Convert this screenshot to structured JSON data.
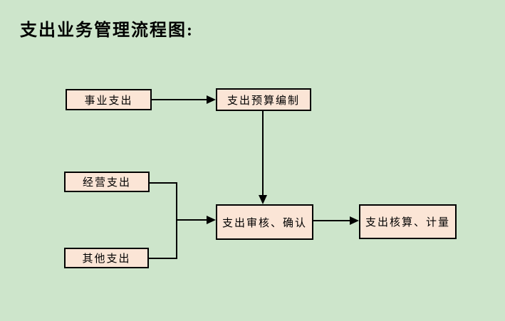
{
  "title": "支出业务管理流程图:",
  "colors": {
    "background": "#cde5cb",
    "node_fill": "#fbe5d6",
    "node_border": "#000000",
    "arrow": "#000000",
    "text": "#000000"
  },
  "nodes": [
    {
      "id": "career-expenditure",
      "label": "事业支出"
    },
    {
      "id": "budget-preparation",
      "label": "支出预算编制"
    },
    {
      "id": "operating-expenditure",
      "label": "经营支出"
    },
    {
      "id": "other-expenditure",
      "label": "其他支出"
    },
    {
      "id": "review-confirmation",
      "label": "支出审核、确认"
    },
    {
      "id": "accounting-measurement",
      "label": "支出核算、计量"
    }
  ],
  "edges": [
    {
      "from": "事业支出",
      "to": "支出预算编制"
    },
    {
      "from": "支出预算编制",
      "to": "支出审核、确认"
    },
    {
      "from": "经营支出",
      "to": "支出审核、确认"
    },
    {
      "from": "其他支出",
      "to": "支出审核、确认"
    },
    {
      "from": "支出审核、确认",
      "to": "支出核算、计量"
    }
  ]
}
